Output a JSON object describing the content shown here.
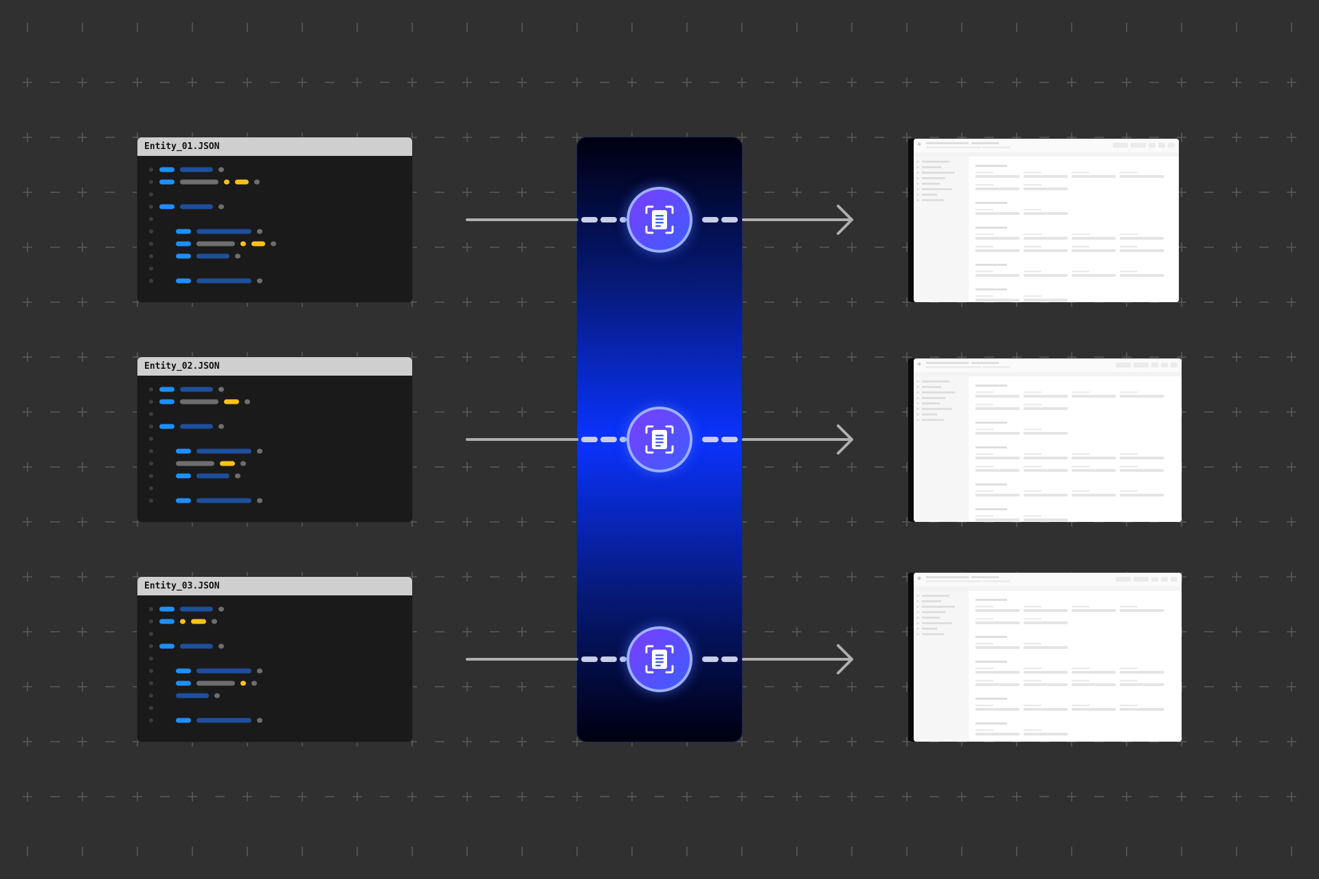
{
  "files": [
    {
      "title": "Entity_01.JSON"
    },
    {
      "title": "Entity_02.JSON"
    },
    {
      "title": "Entity_03.JSON"
    }
  ],
  "icons": {
    "node": "document-scan-icon",
    "arrow": "arrow-right-icon"
  },
  "colors": {
    "background": "#303030",
    "code_key": "#1e8fff",
    "code_value": "#1e4f9c",
    "code_string": "#ffc21a",
    "code_muted": "#6e6e6e",
    "pipeline_accent": "#0a33ff"
  }
}
